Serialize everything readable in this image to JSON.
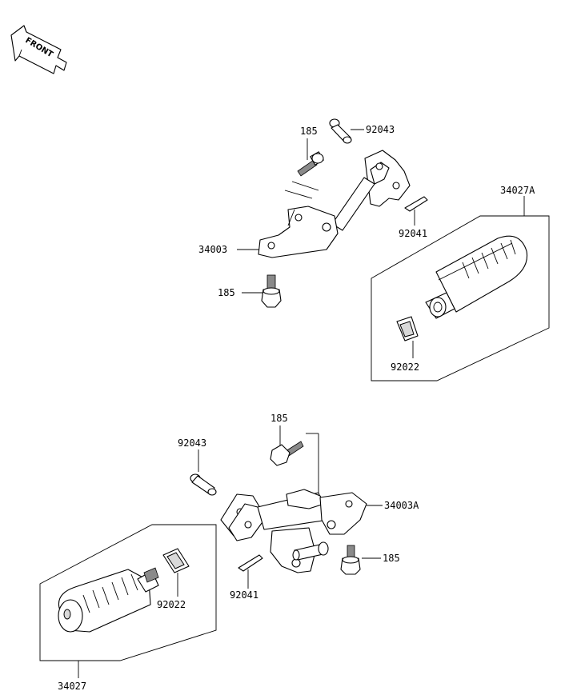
{
  "front_indicator": {
    "text": "FRONT"
  },
  "callouts": {
    "upper_bolt_top": "185",
    "upper_pin": "92043",
    "upper_bracket": "34003",
    "upper_cotter": "92041",
    "upper_footpeg_assy": "34027A",
    "upper_bolt_bottom": "185",
    "upper_spring": "92022",
    "lower_bolt_top": "185",
    "lower_pin": "92043",
    "lower_bracket": "34003A",
    "lower_bolt_right": "185",
    "lower_cotter": "92041",
    "lower_spring": "92022",
    "lower_footpeg_assy": "34027"
  }
}
